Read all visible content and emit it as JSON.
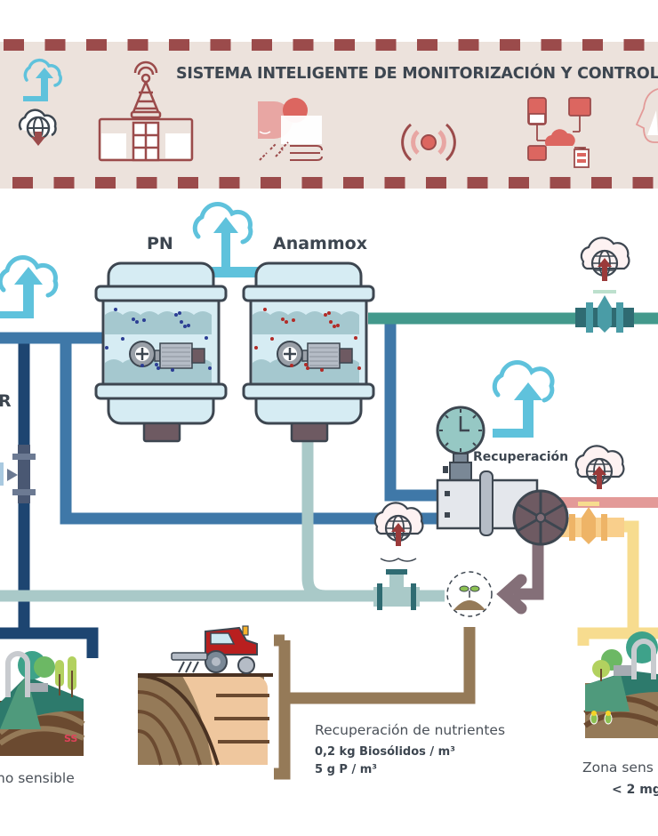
{
  "banner": {
    "title": "SISTEMA INTELIGENTE DE MONITORIZACIÓN Y CONTROL",
    "icons": [
      "cloud-upload-icon",
      "cloud-globe-download-icon",
      "antenna-station-icon",
      "weather-icon",
      "signal-broadcast-icon",
      "network-devices-icon",
      "human-head-icon"
    ]
  },
  "reactors": {
    "pn_label": "PN",
    "anammox_label": "Anammox"
  },
  "labels": {
    "left_partial": "R",
    "recuperacion": "Recuperación"
  },
  "nutrients": {
    "title": "Recuperación de nutrientes",
    "line1": "0,2 kg Biosólidos / m³",
    "line2": "5 g P / m³"
  },
  "zones": {
    "non_sensitive": "no sensible",
    "sensitive": "Zona sens",
    "sensitive_value": "< 2 mg"
  },
  "colors": {
    "banner_bg": "#ece2dc",
    "banner_dash": "#9b4b4b",
    "pipe_blue": "#3f78a8",
    "pipe_navy": "#1d4571",
    "pipe_teal": "#43998c",
    "pipe_mint": "#a9c9c8",
    "pipe_pink": "#e39a98",
    "pipe_yellow": "#f7dc8f",
    "pipe_brown": "#957a58",
    "cloud_blue": "#5fc2dc",
    "accent_red": "#d9605a"
  }
}
